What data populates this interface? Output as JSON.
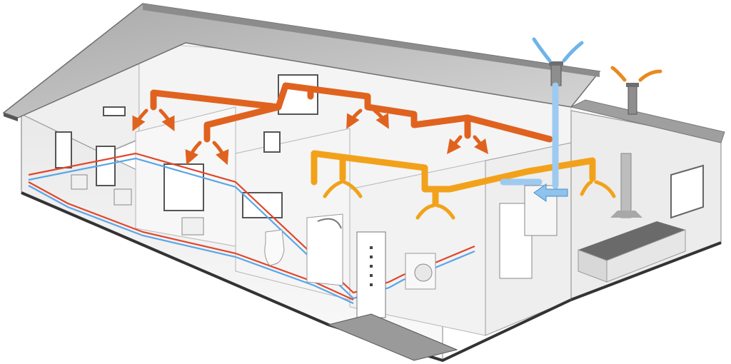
{
  "diagram": {
    "colors": {
      "supply_duct": "#e0621f",
      "extract_duct": "#f2a21a",
      "fresh_air": "#6fb4e8",
      "exhaust_air": "#e88a1f",
      "hot_water_pipe": "#e2462a",
      "cold_water_pipe": "#5aa6e6",
      "wall": "#f2f2f2",
      "roof": "#b8b8b8",
      "floor_edge": "#3a3a3a"
    },
    "components": [
      {
        "id": "roof",
        "icon": "roof-shape"
      },
      {
        "id": "extension-roof",
        "icon": "roof-shape"
      },
      {
        "id": "supply-duct",
        "icon": "duct-line"
      },
      {
        "id": "extract-duct",
        "icon": "duct-line"
      },
      {
        "id": "air-handling-unit",
        "icon": "hvac-unit-icon"
      },
      {
        "id": "water-heater",
        "icon": "boiler-icon"
      },
      {
        "id": "washing-machine",
        "icon": "washer-icon"
      },
      {
        "id": "toilet",
        "icon": "toilet-icon"
      },
      {
        "id": "shower",
        "icon": "shower-icon"
      },
      {
        "id": "front-door",
        "icon": "door-icon"
      },
      {
        "id": "kitchen-hood",
        "icon": "range-hood-icon"
      },
      {
        "id": "radiators",
        "icon": "radiator-icon"
      },
      {
        "id": "chimney-vents",
        "icon": "vent-pipe-icon"
      },
      {
        "id": "doormat",
        "icon": "paving-icon"
      }
    ]
  }
}
